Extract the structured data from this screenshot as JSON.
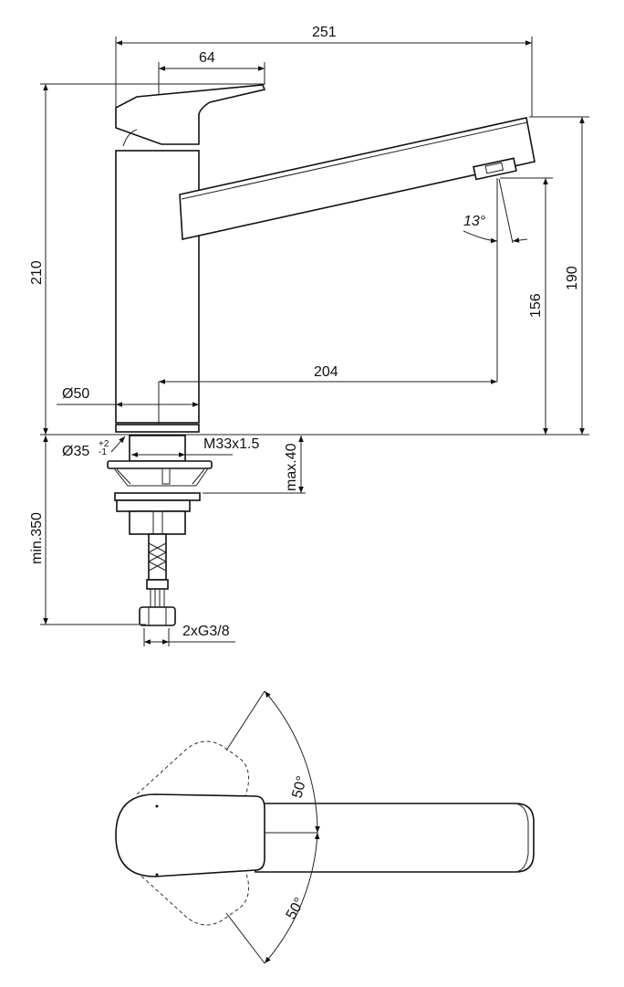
{
  "drawing": {
    "title": "Kitchen mixer tap dimension drawing",
    "side_view": {
      "overall_length": "251",
      "handle_length": "64",
      "overall_height": "210",
      "spout_height": "190",
      "outlet_height": "156",
      "spout_reach": "204",
      "spout_angle": "13°",
      "body_diameter": "Ø50",
      "hole_diameter": "Ø35",
      "hole_tol_plus": "+2",
      "hole_tol_minus": "-1",
      "thread": "M33x1.5",
      "max_deck": "max.40",
      "min_hose": "min.350",
      "connection": "2xG3/8"
    },
    "top_view": {
      "rotation_left": "50°",
      "rotation_right": "50°"
    }
  }
}
